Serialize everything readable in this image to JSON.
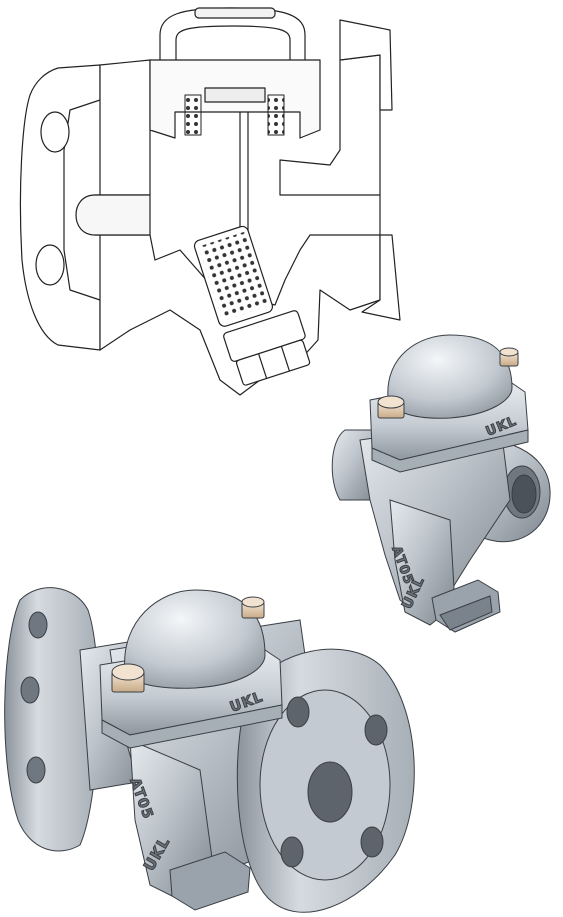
{
  "figure": {
    "views": [
      {
        "id": "cutaway",
        "kind": "sectioned line drawing"
      },
      {
        "id": "threaded",
        "kind": "rendered model, screwed ends",
        "marking_brand": "UKL",
        "marking_model": "AT05"
      },
      {
        "id": "flanged",
        "kind": "rendered model, flanged ends",
        "marking_brand": "UKL",
        "marking_model": "AT05"
      }
    ],
    "colors": {
      "body": "#b9c0c7",
      "body_dark": "#8c949d",
      "cap": "#c9d0d7",
      "bolt": "#e3cdb2",
      "outline": "#222222"
    }
  }
}
